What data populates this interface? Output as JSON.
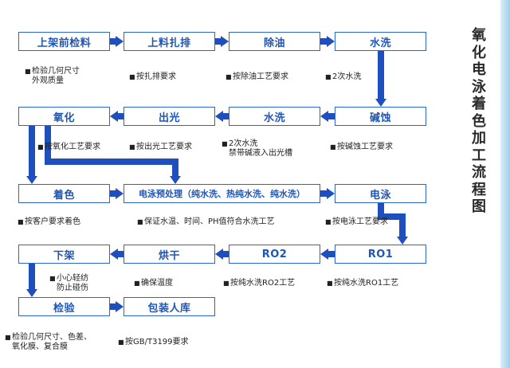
{
  "title": "氧化电泳着色加工流程图",
  "colors": {
    "box_border": "#2b67c9",
    "box_text": "#1e55b8",
    "arrow": "#1f4fbf"
  },
  "boxes": {
    "shangjia_jianliao": "上架前检料",
    "shangliao_zhapai": "上料扎排",
    "chuyou": "除油",
    "shuixi_1": "水洗",
    "jianshi": "碱蚀",
    "shuixi_2": "水洗",
    "chuguang": "出光",
    "yanghua": "氧化",
    "zhuose": "着色",
    "yuchuli": "电泳预处理（纯水洗、热纯水洗、纯水洗）",
    "dianyong": "电泳",
    "ro1": "RO1",
    "ro2": "RO2",
    "honggan": "烘干",
    "xiajia": "下架",
    "jianyan": "检验",
    "baozhuang": "包装人库"
  },
  "notes": {
    "shangjia_jianliao": [
      "检验几何尺寸",
      "外观质量"
    ],
    "shangliao_zhapai": [
      "按扎排要求"
    ],
    "chuyou": [
      "按除油工艺要求"
    ],
    "shuixi_1": [
      "2次水洗"
    ],
    "yanghua": [
      "按氧化工艺要求"
    ],
    "chuguang": [
      "按出光工艺要求"
    ],
    "shuixi_2": [
      "2次水洗",
      "禁带碱液入出光槽"
    ],
    "jianshi": [
      "按碱蚀工艺要求"
    ],
    "zhuose": [
      "按客户要求着色"
    ],
    "yuchuli": [
      "保证水温、时间、PH值符合水洗工艺"
    ],
    "dianyong": [
      "按电泳工艺要求"
    ],
    "xiajia": [
      "小心轻纺",
      "防止碰伤"
    ],
    "honggan": [
      "确保温度"
    ],
    "ro2": [
      "按纯水洗RO2工艺"
    ],
    "ro1": [
      "按纯水洗RO1工艺"
    ],
    "jianyan": [
      "检验几何尺寸、色差、",
      "氧化膜、复合膜"
    ],
    "baozhuang": [
      "按GB/T3199要求"
    ]
  }
}
